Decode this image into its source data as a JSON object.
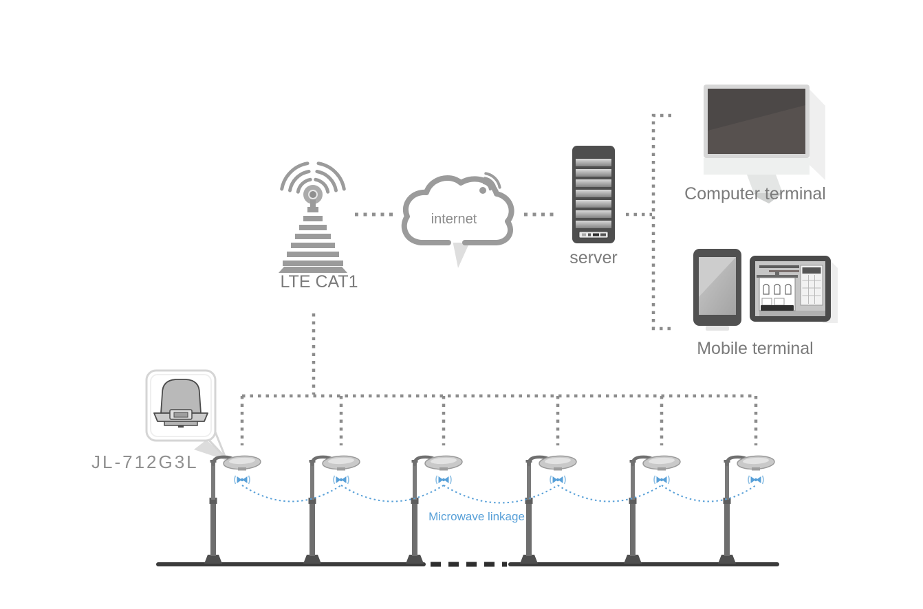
{
  "diagram": {
    "type": "street-light-control-network-architecture",
    "labels": {
      "antenna": "LTE CAT1",
      "cloud": "internet",
      "server": "server",
      "computer_terminal": "Computer terminal",
      "mobile_terminal": "Mobile terminal",
      "controller_model": "JL-712G3L",
      "microwave_link": "Microwave linkage"
    },
    "streetlight_count": 6,
    "connections": [
      "LTE CAT1 antenna - internet cloud (gray dotted)",
      "internet cloud - server (gray dotted)",
      "server - Computer terminal (gray dashed branch)",
      "server - Mobile terminal (gray dashed branch)",
      "LTE CAT1 antenna - street light bus (gray dashed, 6 drops)",
      "street light - street light (blue dotted microwave arcs)"
    ],
    "colors": {
      "background": "#ffffff",
      "icon_gray": "#9b9b9b",
      "dash_gray": "#8c8c8c",
      "label_gray": "#7b7b7b",
      "accent_blue": "#58a0d8",
      "ground_dark": "#3b3b3b",
      "device_dark": "#4e4e4e"
    }
  }
}
